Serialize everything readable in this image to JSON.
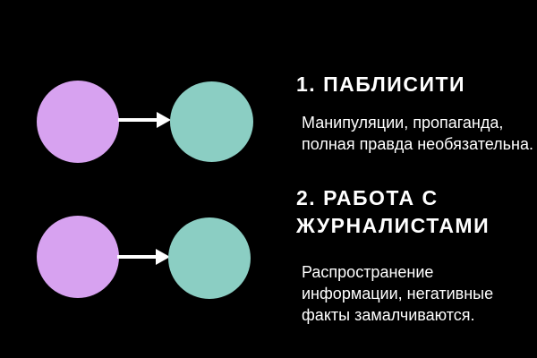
{
  "canvas": {
    "background_color": "#000000",
    "text_color": "#ffffff"
  },
  "diagram": {
    "source_circle_color": "#d7a2f0",
    "target_circle_color": "#8bcec3",
    "arrow_color": "#ffffff",
    "rows": [
      {
        "from": "purple-circle",
        "to": "teal-circle"
      },
      {
        "from": "purple-circle",
        "to": "teal-circle"
      }
    ]
  },
  "sections": [
    {
      "heading_lines": [
        "1. ПАБЛИСИТИ"
      ],
      "body_lines": [
        "Манипуляции, пропаганда,",
        "полная правда необязательна."
      ]
    },
    {
      "heading_lines": [
        "2. РАБОТА С",
        "ЖУРНАЛИСТАМИ"
      ],
      "body_lines": [
        "Распространение",
        "информации, негативные",
        "факты замалчиваются."
      ]
    }
  ]
}
